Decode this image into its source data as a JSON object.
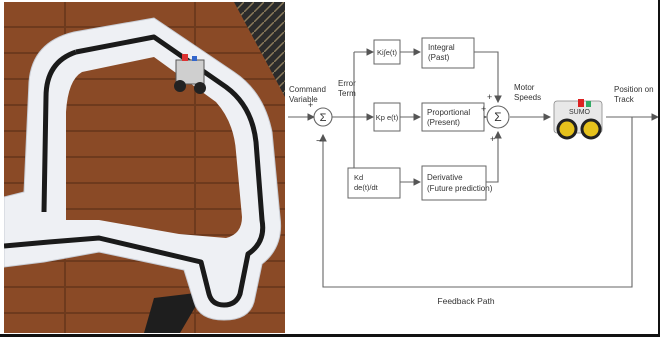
{
  "photo": {
    "floor_color": "#8a4a26",
    "track_color": "#eef0f4",
    "line_color": "#1a1a1a",
    "rug_color": "#2b2b2b"
  },
  "diagram": {
    "input_label": [
      "Command",
      "Variable"
    ],
    "error_label": [
      "Error",
      "Term"
    ],
    "sum_symbol": "Σ",
    "plus": "+",
    "minus": "−",
    "ki_label": "Ki∫e(t)",
    "integral_label": [
      "Integral",
      "(Past)"
    ],
    "kp_label": "Kp e(t)",
    "proportional_label": [
      "Proportional",
      "(Present)"
    ],
    "kd_label": [
      "Kd",
      "de(t)/dt"
    ],
    "derivative_label": [
      "Derivative",
      "(Future prediction)"
    ],
    "motor_label": [
      "Motor",
      "Speeds"
    ],
    "robot_brand": "SUMO",
    "output_label": [
      "Position on",
      "Track"
    ],
    "feedback_label": "Feedback Path"
  }
}
